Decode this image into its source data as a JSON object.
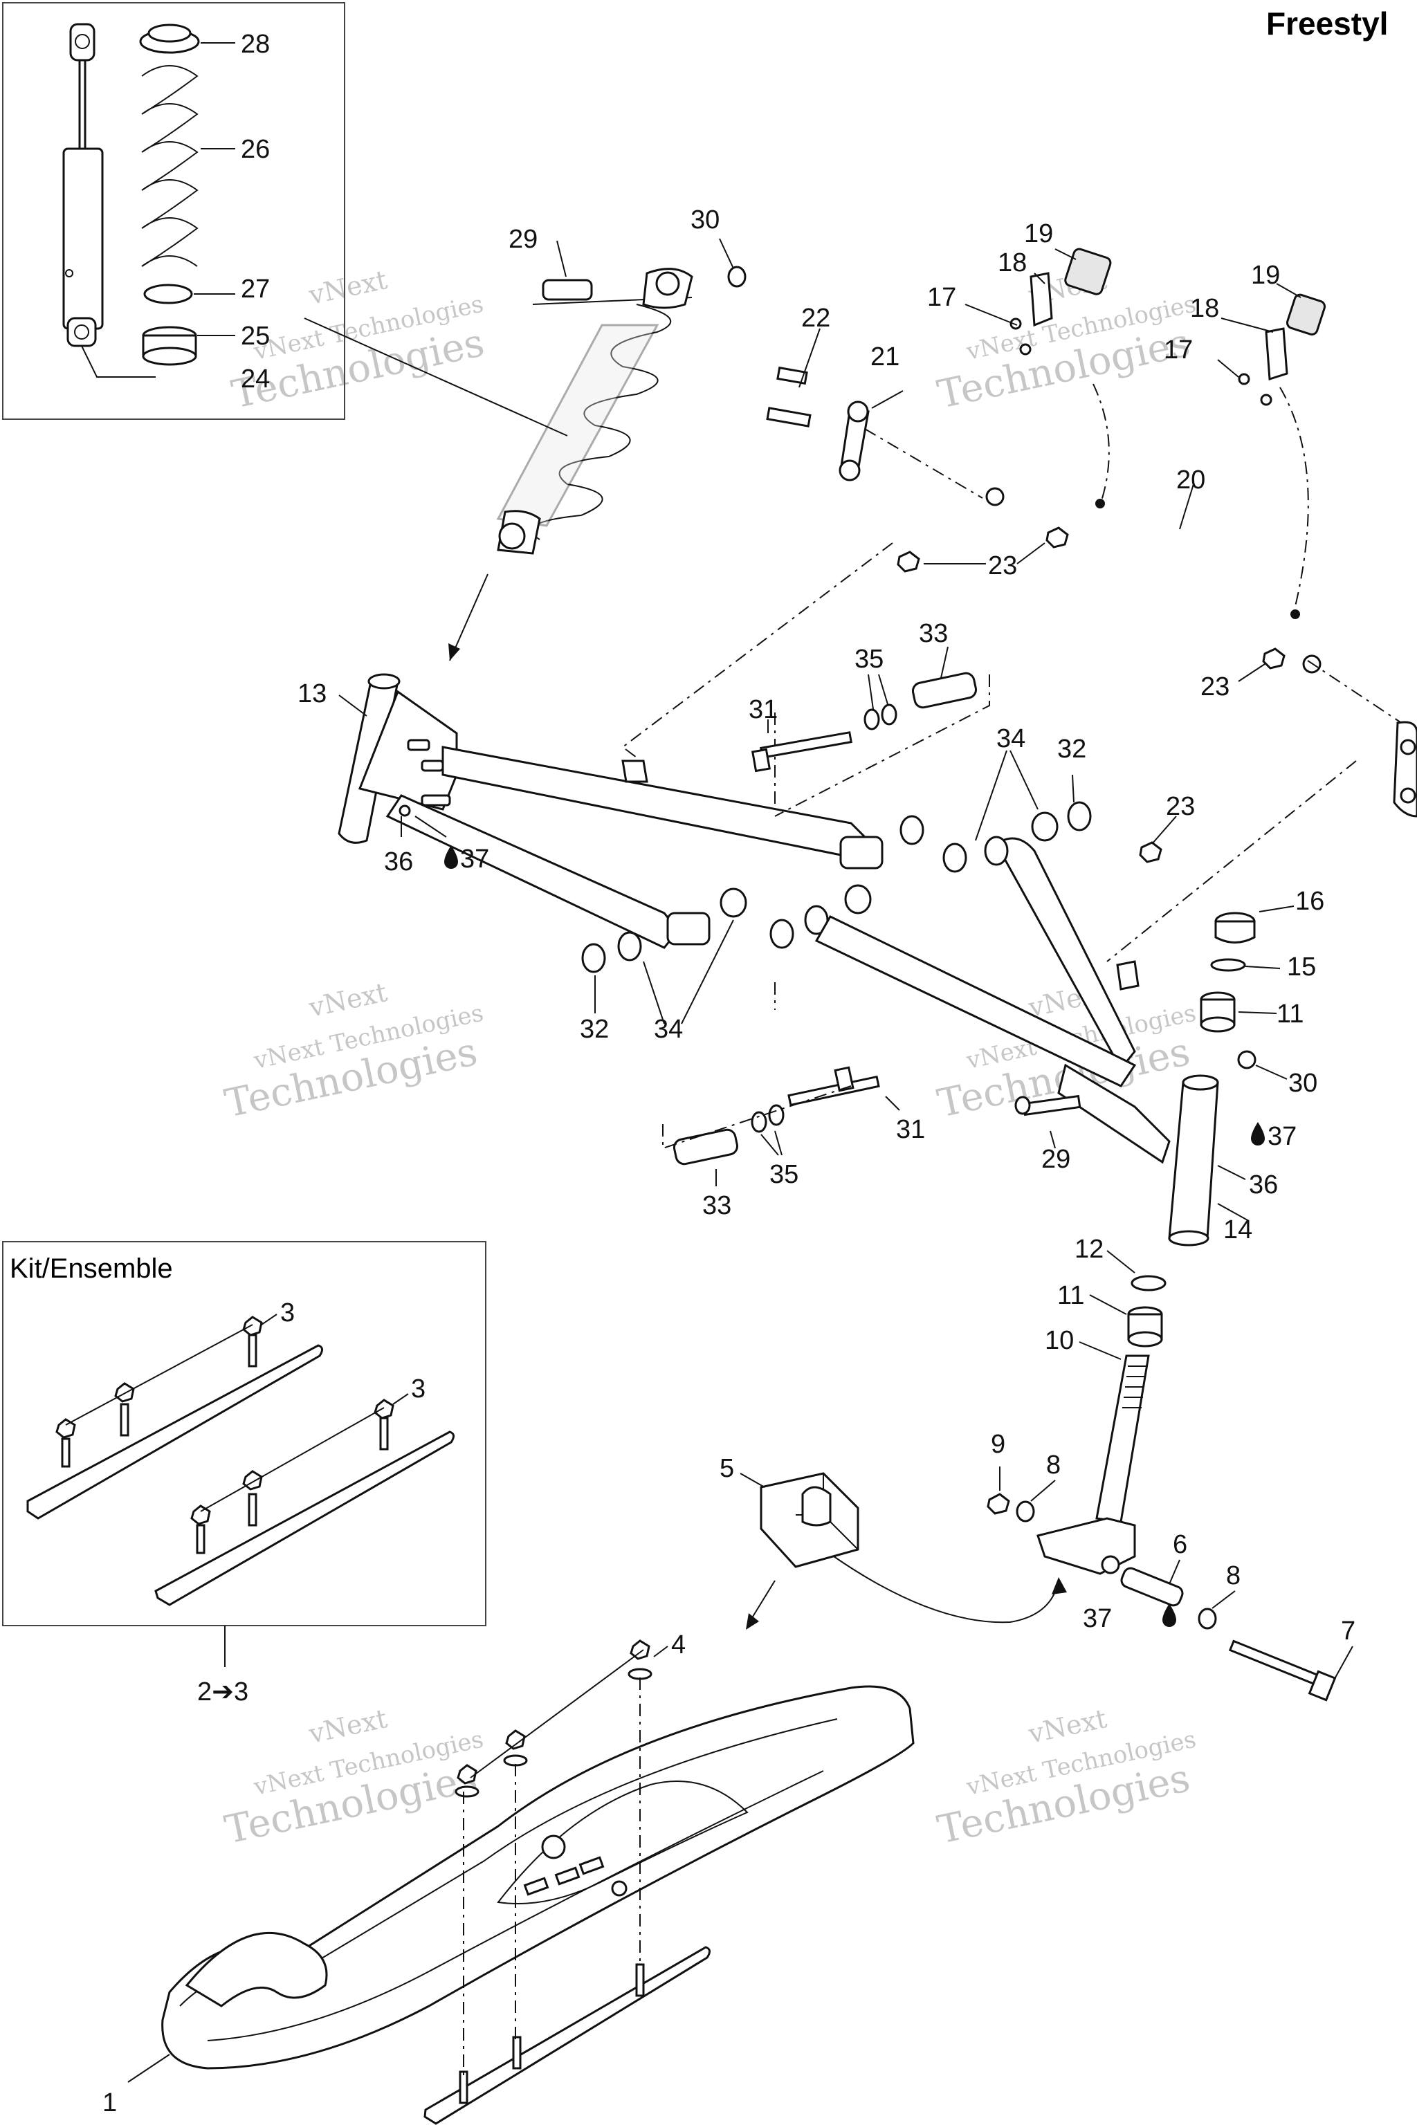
{
  "header": {
    "title": "Freestyl"
  },
  "kit_box": {
    "label": "Kit/Ensemble"
  },
  "kit_ref": {
    "text": "2➔3"
  },
  "watermark": {
    "line1": "vNext",
    "line2": "vNext Technologies",
    "line3": "Technologies"
  },
  "labels": {
    "p1": "1",
    "p3a": "3",
    "p3b": "3",
    "p4": "4",
    "p5": "5",
    "p6": "6",
    "p7": "7",
    "p8a": "8",
    "p8b": "8",
    "p9": "9",
    "p10": "10",
    "p11a": "11",
    "p11b": "11",
    "p12": "12",
    "p13": "13",
    "p14": "14",
    "p15": "15",
    "p16": "16",
    "p17a": "17",
    "p17b": "17",
    "p18a": "18",
    "p18b": "18",
    "p19a": "19",
    "p19b": "19",
    "p20": "20",
    "p21": "21",
    "p22": "22",
    "p23a": "23",
    "p23b": "23",
    "p23c": "23",
    "p24": "24",
    "p25": "25",
    "p26": "26",
    "p27": "27",
    "p28": "28",
    "p29a": "29",
    "p29b": "29",
    "p30a": "30",
    "p30b": "30",
    "p31a": "31",
    "p31b": "31",
    "p32a": "32",
    "p32b": "32",
    "p33a": "33",
    "p33b": "33",
    "p34a": "34",
    "p34b": "34",
    "p35a": "35",
    "p35b": "35",
    "p36a": "36",
    "p36b": "36",
    "p37a": "37",
    "p37b": "37",
    "p37c": "37"
  },
  "icons": {
    "grease": "oil-drop-icon"
  }
}
